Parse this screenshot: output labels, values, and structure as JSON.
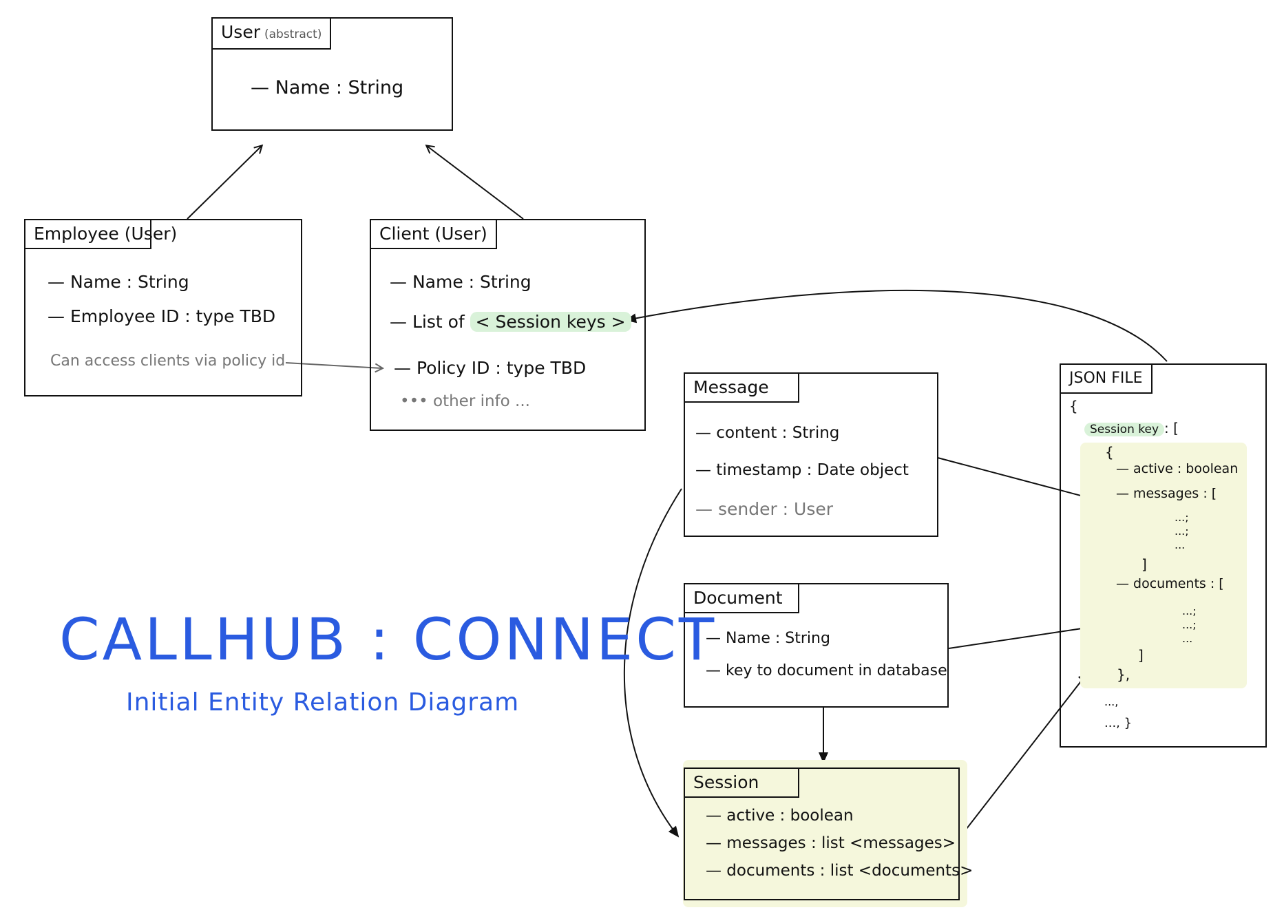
{
  "user": {
    "title": "User",
    "tag": "(abstract)",
    "attrs": [
      "— Name : String"
    ]
  },
  "employee": {
    "title": "Employee (User)",
    "attrs": [
      "— Name : String",
      "— Employee ID :   type TBD"
    ],
    "note": "Can access clients via policy id"
  },
  "client": {
    "title": "Client (User)",
    "attr_name": "— Name : String",
    "attr_list_prefix": "— List of",
    "attr_list_highlight": "< Session keys >",
    "attr_policy": "— Policy ID :  type TBD",
    "more": "••• other info ..."
  },
  "message": {
    "title": "Message",
    "attrs": [
      "— content : String",
      "— timestamp : Date object"
    ],
    "sender": "— sender :  User"
  },
  "document": {
    "title": "Document",
    "attrs": [
      "— Name : String",
      "— key to document  in database"
    ]
  },
  "session": {
    "title": "Session",
    "attrs": [
      "— active : boolean",
      "— messages :  list <messages>",
      "— documents :  list <documents>"
    ],
    "highlight_color": "#f5f7dc"
  },
  "json_file": {
    "title": "JSON FILE",
    "open_brace": "{",
    "key": "Session key",
    "key_tail": ": [",
    "obj_open": "{",
    "active": "— active : boolean",
    "messages": "— messages : [",
    "msg_dots": [
      "...;",
      "...;",
      "..."
    ],
    "msg_close": "]",
    "documents": "— documents : [",
    "doc_dots": [
      "...;",
      "...;",
      "..."
    ],
    "doc_close": "]",
    "obj_close": "},",
    "tail1": "...,",
    "tail2": "...,  }"
  },
  "heading": {
    "title": "CALLHUB : CONNECT",
    "subtitle": "Initial Entity Relation Diagram",
    "color": "#2a5be0"
  }
}
